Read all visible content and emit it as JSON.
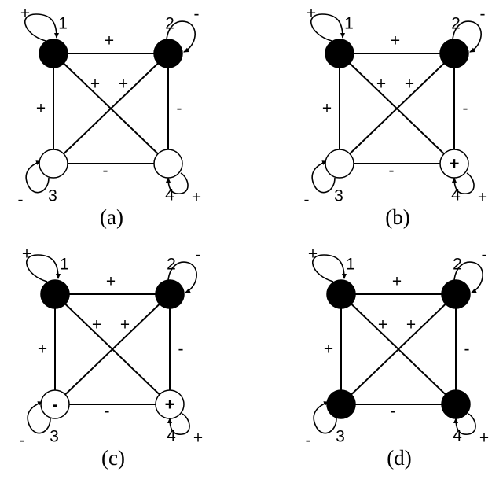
{
  "colors": {
    "filled": "#000000",
    "empty": "#ffffff",
    "stroke": "#000000"
  },
  "edge_labels": {
    "e12": "+",
    "e13": "+",
    "e14": "+",
    "e23": "+",
    "e24": "-",
    "e34": "-"
  },
  "node_labels": {
    "n1": "1",
    "n2": "2",
    "n3": "3",
    "n4": "4"
  },
  "loop_signs": {
    "n1": "+",
    "n2": "-",
    "n3": "-",
    "n4": "+"
  },
  "panels": [
    {
      "caption": "(a)",
      "states": {
        "n1": "filled",
        "n2": "filled",
        "n3": "empty",
        "n4": "empty"
      },
      "marks": {
        "n1": "",
        "n2": "",
        "n3": "",
        "n4": ""
      }
    },
    {
      "caption": "(b)",
      "states": {
        "n1": "filled",
        "n2": "filled",
        "n3": "empty",
        "n4": "empty"
      },
      "marks": {
        "n1": "",
        "n2": "",
        "n3": "",
        "n4": "+"
      }
    },
    {
      "caption": "(c)",
      "states": {
        "n1": "filled",
        "n2": "filled",
        "n3": "empty",
        "n4": "empty"
      },
      "marks": {
        "n1": "",
        "n2": "",
        "n3": "-",
        "n4": "+"
      }
    },
    {
      "caption": "(d)",
      "states": {
        "n1": "filled",
        "n2": "filled",
        "n3": "filled",
        "n4": "filled"
      },
      "marks": {
        "n1": "",
        "n2": "",
        "n3": "",
        "n4": ""
      }
    }
  ]
}
